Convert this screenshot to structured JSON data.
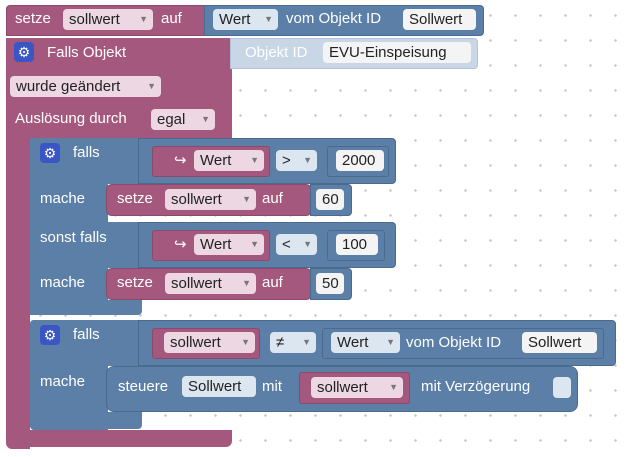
{
  "top_block": {
    "setze": "setze",
    "var": "sollwert",
    "auf": "auf",
    "attr": "Wert",
    "vom": "vom Objekt ID",
    "obj": "Sollwert"
  },
  "trigger": {
    "falls_objekt": "Falls Objekt",
    "objekt_id": "Objekt ID",
    "objekt_value": "EVU-Einspeisung",
    "wurde": "wurde geändert",
    "ausloesung": "Auslösung durch",
    "egal": "egal"
  },
  "if1": {
    "falls": "falls",
    "attr": "Wert",
    "op": ">",
    "num": "2000",
    "mache": "mache",
    "setze": "setze",
    "var": "sollwert",
    "auf": "auf",
    "val": "60",
    "sonst": "sonst falls",
    "attr2": "Wert",
    "op2": "<",
    "num2": "100",
    "mache2": "mache",
    "setze2": "setze",
    "var2": "sollwert",
    "auf2": "auf",
    "val2": "50"
  },
  "if2": {
    "falls": "falls",
    "var": "sollwert",
    "op": "≠",
    "attr": "Wert",
    "vom": "vom Objekt ID",
    "obj": "Sollwert",
    "mache": "mache",
    "steuere": "steuere",
    "target": "Sollwert",
    "mit": "mit",
    "var2": "sollwert",
    "delay": "mit Verzögerung"
  },
  "glyphs": {
    "gear": "⚙",
    "arrow": "▼",
    "getter": "↪"
  },
  "colors": {
    "event_block": "#a5587e",
    "control_block": "#5b7fa6",
    "gear_icon": "#3a55c4",
    "object_block": "#c8d6e6"
  }
}
